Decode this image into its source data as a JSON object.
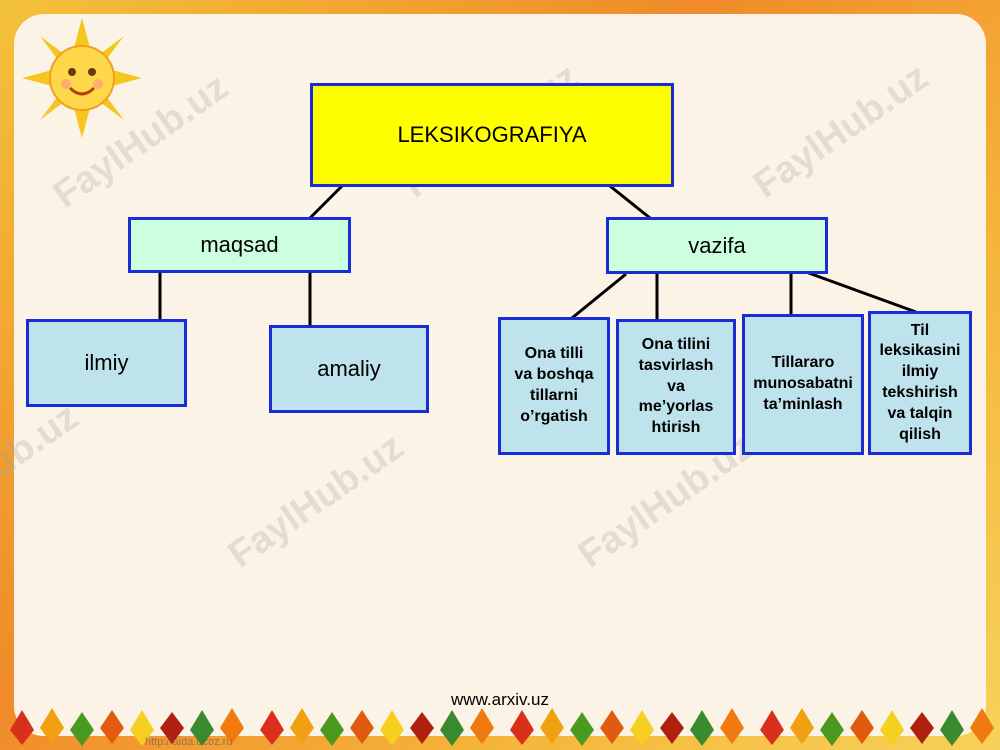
{
  "diagram": {
    "root": "LEKSIKOGRAFIYA",
    "branches": {
      "maqsad": "maqsad",
      "vazifa": "vazifa"
    },
    "maqsad_children": [
      "ilmiy",
      "amaliy"
    ],
    "vazifa_children": [
      "Ona tilli\nva boshqa\ntillarni\no’rgatish",
      "Ona tilini\ntasvirlash\nva\nme’yorlas\nhtirish",
      "Tillararo\nmunosabatni\nta’minlash",
      "Til\nleksikasini\nilmiy\ntekshirish\nva talqin\nqilish"
    ]
  },
  "footer": {
    "url": "www.arxiv.uz"
  },
  "credit": "http://aida.ucoz.ru",
  "watermark": "FaylHub.uz",
  "colors": {
    "border": "#1a2bd8",
    "root_fill": "#ffff00",
    "branch_fill": "#ccffdd",
    "leaf_fill": "#bfe3ec"
  }
}
